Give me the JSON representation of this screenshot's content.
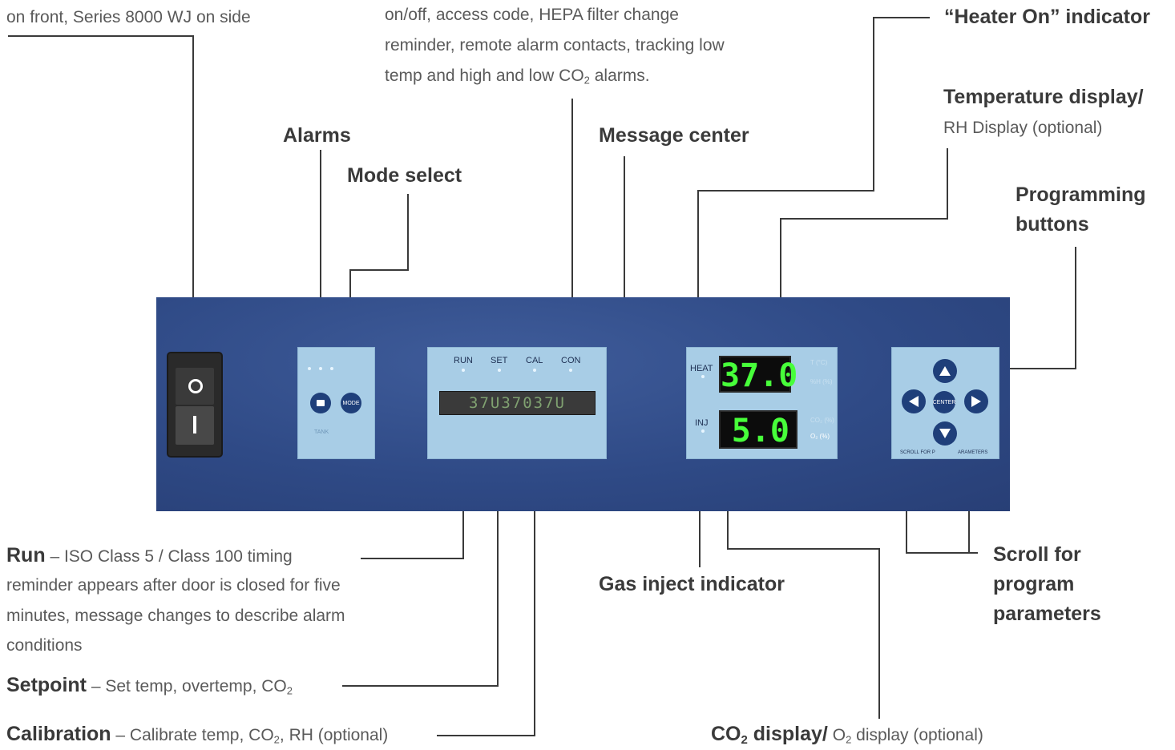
{
  "callouts": {
    "power_switch": "on front, Series 8000 WJ on side",
    "alarm_features_1": "on/off, access code, HEPA filter change",
    "alarm_features_2": "reminder, remote alarm contacts, tracking low",
    "alarm_features_3_pre": "temp and high and low CO",
    "alarm_features_3_sub": "2",
    "alarm_features_3_post": " alarms.",
    "heater_on": "“Heater On” indicator",
    "temp_display_title": "Temperature display/",
    "temp_display_sub": "RH Display (optional)",
    "alarms": "Alarms",
    "mode_select": "Mode select",
    "message_center": "Message center",
    "programming_1": "Programming",
    "programming_2": "buttons",
    "run_title": "Run",
    "run_text_1": " – ISO Class 5 / Class 100 timing",
    "run_text_2": "reminder appears after door is closed for five",
    "run_text_3": "minutes, message changes to describe alarm",
    "run_text_4": "conditions",
    "setpoint_title": "Setpoint",
    "setpoint_text": " – Set temp, overtemp, CO",
    "setpoint_sub": "2",
    "calibration_title": "Calibration",
    "calibration_text_1": " – Calibrate temp, CO",
    "calibration_sub": "2",
    "calibration_text_2": ", RH (optional)",
    "gas_inject": "Gas inject indicator",
    "scroll_1": "Scroll for",
    "scroll_2": "program",
    "scroll_3": "parameters",
    "co2_title_pre": "CO",
    "co2_title_sub": "2",
    "co2_title_post": " display/",
    "co2_text_pre": " O",
    "co2_text_sub": "2",
    "co2_text_post": " display (optional)"
  },
  "panel": {
    "mode_button": "MODE",
    "tank_label": "TANK",
    "leds": [
      "RUN",
      "SET",
      "CAL",
      "CON"
    ],
    "message_display": "37U37037U",
    "heat_label": "HEAT",
    "inj_label": "INJ",
    "temp_value": "37.0",
    "co2_value": "5.0",
    "temp_units_1": "T (°C)",
    "temp_units_2": "%H (%)",
    "co2_units_1": "CO₂ (%)",
    "co2_units_2": "O₂ (%)",
    "center_button": "CENTER",
    "scroll_label_left": "SCROLL FOR P",
    "scroll_label_right": "ARAMETERS"
  },
  "colors": {
    "panel_blue": "#2f4a86",
    "subpanel_blue": "#a8cde6",
    "led_green": "#47ff3a"
  }
}
